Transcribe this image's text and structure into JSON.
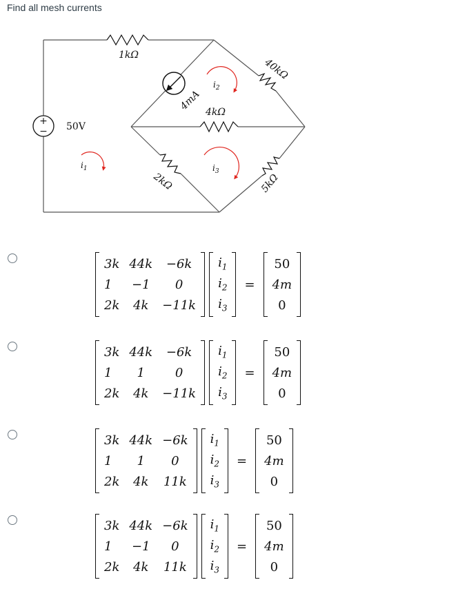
{
  "question": "Find all mesh currents",
  "circuit": {
    "source_label": "50V",
    "source_plus": "+",
    "source_minus": "−",
    "r_top_label": "1kΩ",
    "current_source_label": "4mA",
    "r_mid_label": "4kΩ",
    "r_right_top_label": "40kΩ",
    "r_left_bottom_label": "2kΩ",
    "r_right_bottom_label": "5kΩ",
    "mesh_i1": "i",
    "mesh_i1_sub": "1",
    "mesh_i2": "i",
    "mesh_i2_sub": "2",
    "mesh_i3": "i",
    "mesh_i3_sub": "3",
    "colors": {
      "mesh_arrow": "#e0261f",
      "wire": "#555555"
    }
  },
  "options": [
    {
      "matrix": [
        [
          "3k",
          "44k",
          "−6k"
        ],
        [
          "1",
          "−1",
          "0"
        ],
        [
          "2k",
          "4k",
          "−11k"
        ]
      ],
      "vector": [
        "i1",
        "i2",
        "i3"
      ],
      "rhs": [
        "50",
        "4m",
        "0"
      ],
      "equals": "="
    },
    {
      "matrix": [
        [
          "3k",
          "44k",
          "−6k"
        ],
        [
          "1",
          "1",
          "0"
        ],
        [
          "2k",
          "4k",
          "−11k"
        ]
      ],
      "vector": [
        "i1",
        "i2",
        "i3"
      ],
      "rhs": [
        "50",
        "4m",
        "0"
      ],
      "equals": "="
    },
    {
      "matrix": [
        [
          "3k",
          "44k",
          "−6k"
        ],
        [
          "1",
          "1",
          "0"
        ],
        [
          "2k",
          "4k",
          "11k"
        ]
      ],
      "vector": [
        "i1",
        "i2",
        "i3"
      ],
      "rhs": [
        "50",
        "4m",
        "0"
      ],
      "equals": "="
    },
    {
      "matrix": [
        [
          "3k",
          "44k",
          "−6k"
        ],
        [
          "1",
          "−1",
          "0"
        ],
        [
          "2k",
          "4k",
          "11k"
        ]
      ],
      "vector": [
        "i1",
        "i2",
        "i3"
      ],
      "rhs": [
        "50",
        "4m",
        "0"
      ],
      "equals": "="
    }
  ]
}
